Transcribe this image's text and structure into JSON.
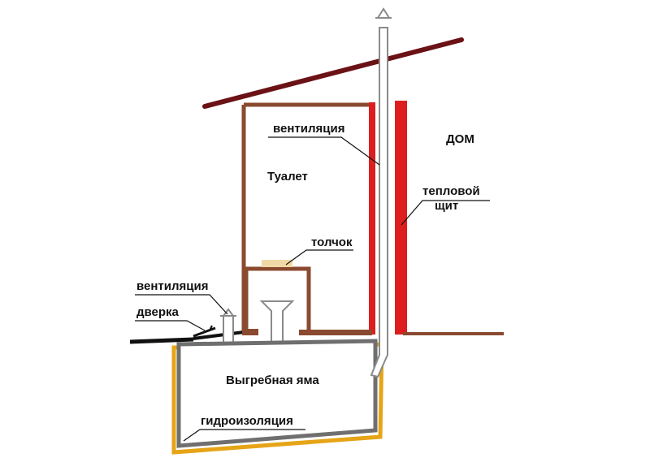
{
  "labels": {
    "ventilation_top": "вентиляция",
    "house": "ДОМ",
    "toilet": "Туалет",
    "thermal_shield_line1": "тепловой",
    "thermal_shield_line2": "щит",
    "toilet_seat": "толчок",
    "ventilation_small": "вентиляция",
    "hatch": "дверка",
    "cesspool": "Выгребная яма",
    "waterproofing": "гидроизоляция"
  },
  "colors": {
    "wood_brown": "#8a4a2f",
    "roof_dark": "#6b1216",
    "red_wall": "#dd1e1e",
    "pipe_fill": "#ffffff",
    "pipe_stroke": "#8a8a8a",
    "pit_gray": "#6f6f6f",
    "waterproofing_orange": "#e6a417",
    "ground_black": "#111111",
    "seat_beige": "#f0d9a6"
  }
}
